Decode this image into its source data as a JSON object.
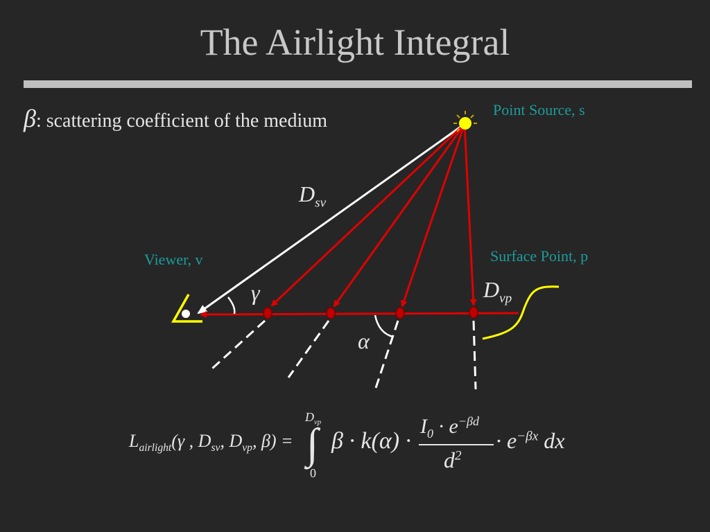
{
  "slide": {
    "title": "The Airlight Integral"
  },
  "definition": {
    "symbol": "β",
    "text": ": scattering coefficient of the medium"
  },
  "labels": {
    "source": "Point Source, s",
    "viewer": "Viewer, v",
    "surface": "Surface Point, p"
  },
  "symbols": {
    "d_sv_main": "D",
    "d_sv_sub": "sv",
    "d_vp_main": "D",
    "d_vp_sub": "vp",
    "gamma": "γ",
    "alpha": "α"
  },
  "equation": {
    "lhs_main": "L",
    "lhs_sub": "airlight",
    "lhs_args": "(γ , D",
    "lhs_arg_sub1": "sv",
    "lhs_mid": ", D",
    "lhs_arg_sub2": "vp",
    "lhs_end": ", β) =",
    "integral_sign": "∫",
    "upper_limit_main": "D",
    "upper_limit_sub": "vp",
    "lower_limit": "0",
    "integrand_left": "β · k(α) ·",
    "numerator_main": "I",
    "numerator_sub": "0",
    "numerator_rest": " · e",
    "numerator_exp": "−βd",
    "denominator_main": "d",
    "denominator_exp": "2",
    "integrand_right": "· e",
    "integrand_exp": "−βx",
    "differential": "dx"
  },
  "colors": {
    "background": "#262626",
    "title": "#c8c8c8",
    "rule": "#c0c0c0",
    "ray_red": "#e00000",
    "white_line": "#ffffff",
    "yellow": "#ffff00",
    "teal_label": "#1d9c9c"
  },
  "icons": {
    "source": "sun-icon",
    "viewer": "eye-icon"
  }
}
